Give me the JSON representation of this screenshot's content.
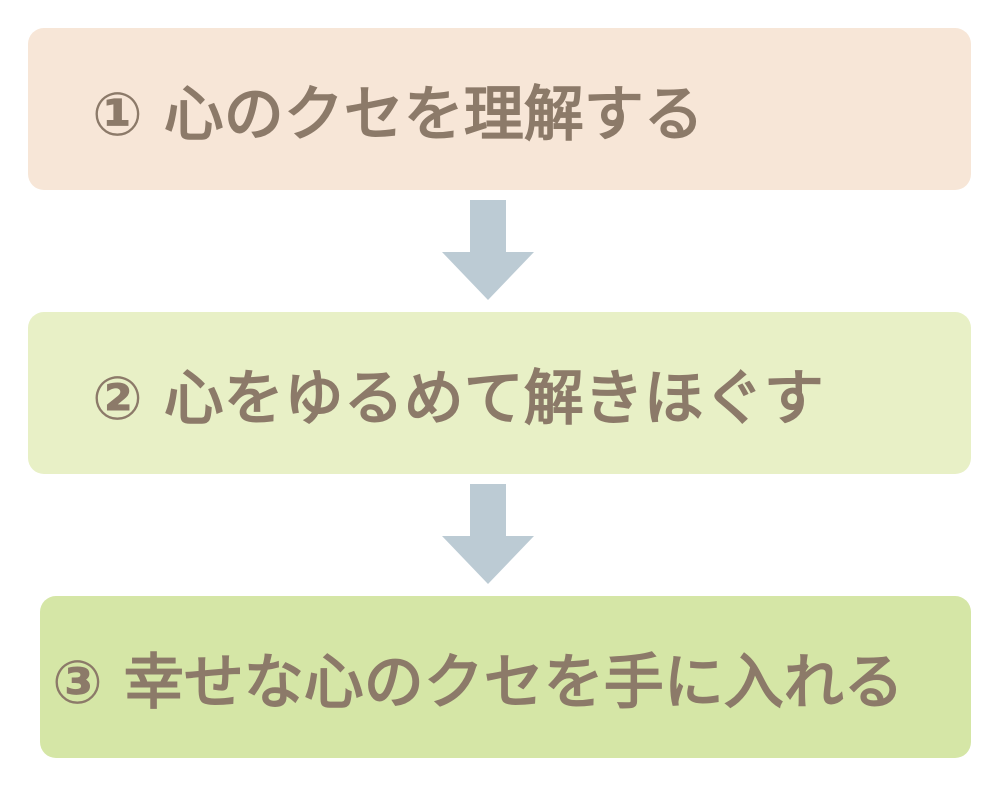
{
  "colors": {
    "step1_bg": "#f7e6d7",
    "step2_bg": "#e8f0c6",
    "step3_bg": "#d5e6a6",
    "text": "#8c7a69",
    "arrow": "#bccbd4"
  },
  "steps": [
    {
      "label": "① 心のクセを理解する"
    },
    {
      "label": "② 心をゆるめて解きほぐす"
    },
    {
      "label": "③ 幸せな心のクセを手に入れる"
    }
  ],
  "arrows": [
    {
      "icon": "arrow-down-icon"
    },
    {
      "icon": "arrow-down-icon"
    }
  ]
}
